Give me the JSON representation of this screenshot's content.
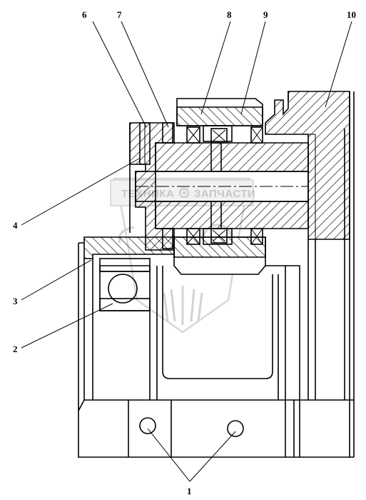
{
  "drawing": {
    "watermark": {
      "text_left": "ТЕХНИКА",
      "text_right": "ЗАПЧАСТИ",
      "icon": "gear-icon",
      "color": "#9a9a9a"
    },
    "callouts": [
      {
        "id": "c1",
        "label": "1"
      },
      {
        "id": "c2",
        "label": "2"
      },
      {
        "id": "c3",
        "label": "3"
      },
      {
        "id": "c4",
        "label": "4"
      },
      {
        "id": "c6",
        "label": "6"
      },
      {
        "id": "c7",
        "label": "7"
      },
      {
        "id": "c8",
        "label": "8"
      },
      {
        "id": "c9",
        "label": "9"
      },
      {
        "id": "c10",
        "label": "10"
      }
    ]
  }
}
